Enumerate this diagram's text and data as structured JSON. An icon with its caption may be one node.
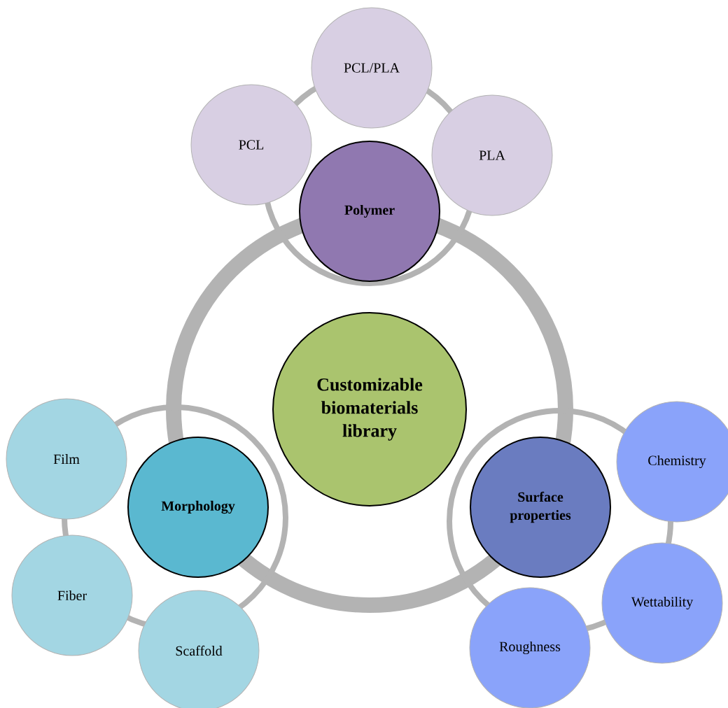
{
  "diagram": {
    "nodes": [
      {
        "text": [
          "Customizable biomaterials library"
        ]
      },
      {
        "text": [
          "Polymer"
        ]
      },
      {
        "text": [
          "PCL"
        ]
      },
      {
        "text": [
          "PCL/PLA"
        ]
      },
      {
        "text": [
          "PLA"
        ]
      },
      {
        "text": [
          "Morphology"
        ]
      },
      {
        "text": [
          "Film"
        ]
      },
      {
        "text": [
          "Fiber"
        ]
      },
      {
        "text": [
          "Scaffold"
        ]
      },
      {
        "text": [
          "Surface properties"
        ]
      },
      {
        "text": [
          "Chemistry"
        ]
      },
      {
        "text": [
          "Wettability"
        ]
      },
      {
        "text": [
          "Roughness"
        ]
      }
    ]
  }
}
